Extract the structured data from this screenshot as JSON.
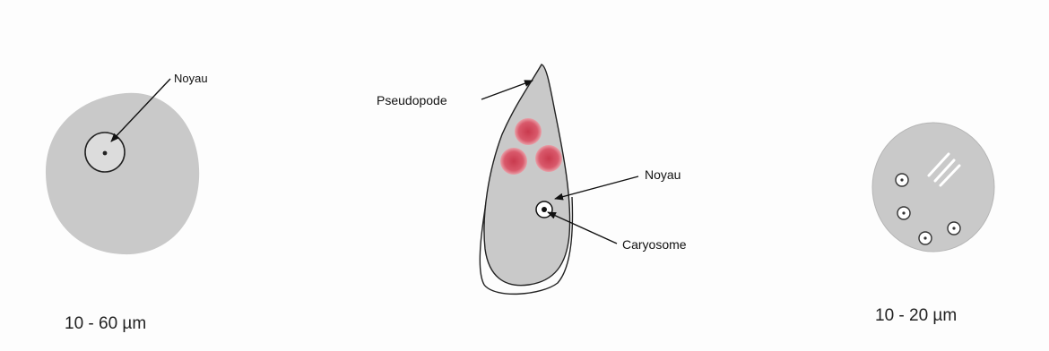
{
  "left_cell": {
    "nucleus_label": "Noyau",
    "size_label": "10 - 60 µm"
  },
  "middle_cell": {
    "pseudopod_label": "Pseudopode",
    "nucleus_label": "Noyau",
    "karyosome_label": "Caryosome"
  },
  "right_cell": {
    "size_label": "10 - 20 µm"
  },
  "colors": {
    "cytoplasm": "#c8c8c8",
    "outline": "#222222",
    "red_cell": "#d85a6a",
    "nucleus_fill": "#ffffff"
  }
}
